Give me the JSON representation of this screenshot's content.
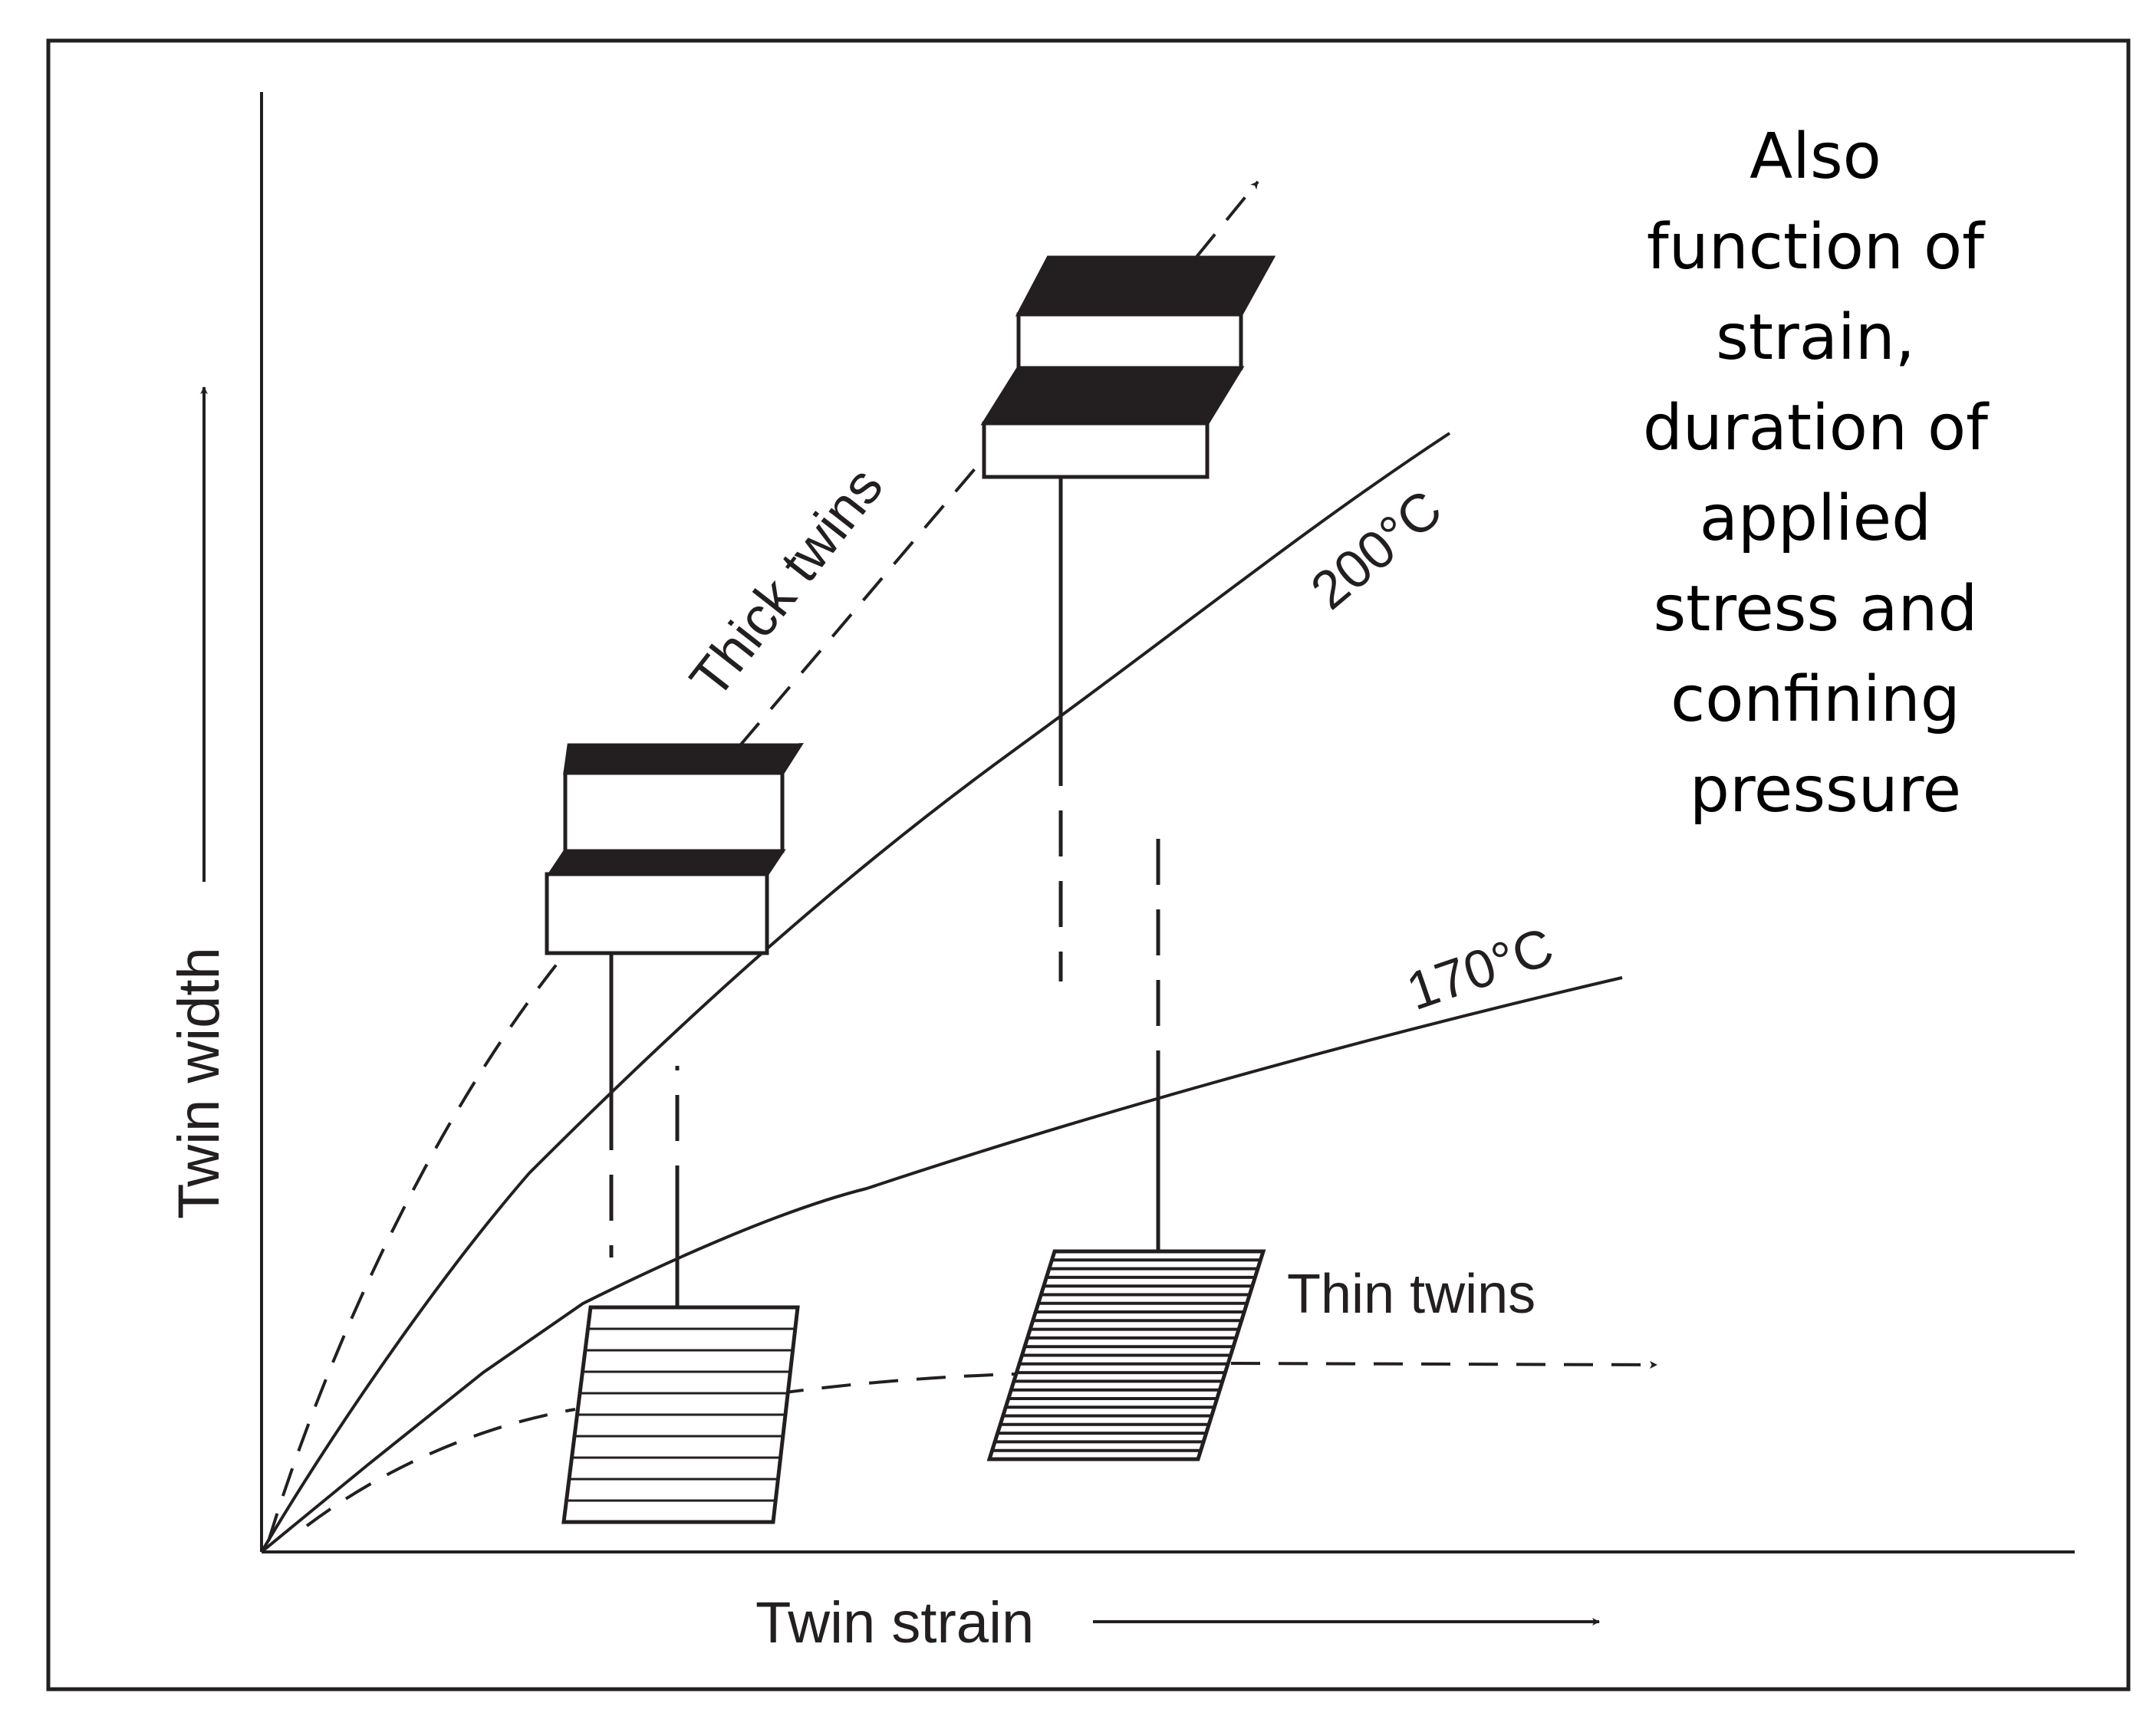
{
  "axes": {
    "x_label": "Twin strain",
    "y_label": "Twin width"
  },
  "curves": {
    "c200": "200°C",
    "c170": "170°C"
  },
  "labels": {
    "thick": "Thick twins",
    "thin": "Thin twins"
  },
  "note": {
    "lines": [
      "Also",
      "function of",
      "strain,",
      "duration of",
      "applied",
      "stress and",
      "confining",
      "pressure"
    ]
  },
  "colors": {
    "ink": "#231f20",
    "background": "#ffffff"
  }
}
